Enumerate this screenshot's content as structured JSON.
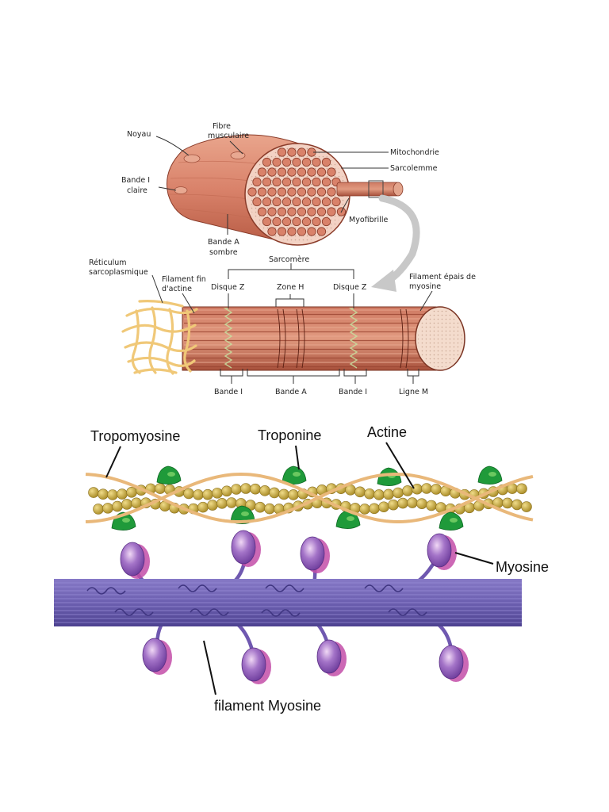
{
  "colors": {
    "muscle": "#d9826a",
    "muscle_dark": "#b85c45",
    "muscle_light": "#eeb39c",
    "reticulum": "#f0c878",
    "actin_bead": "#c9a93a",
    "tropomyosin": "#e9b87a",
    "troponin": "#1f9a3a",
    "myosin_filament": "#6c5fb0",
    "myosin_head": "#9a63c2",
    "arrow": "#c8c8c8"
  },
  "labels": {
    "noyau": "Noyau",
    "fibre_1": "Fibre",
    "fibre_2": "musculaire",
    "bande_i_claire_1": "Bande I",
    "bande_i_claire_2": "claire",
    "bande_a_sombre_1": "Bande A",
    "bande_a_sombre_2": "sombre",
    "mitochondrie": "Mitochondrie",
    "sarcolemme": "Sarcolemme",
    "myofibrille": "Myofibrille",
    "reticulum_1": "Réticulum",
    "reticulum_2": "sarcoplasmique",
    "filament_fin_1": "Filament fin",
    "filament_fin_2": "d'actine",
    "sarcomere": "Sarcomère",
    "disque_z_left": "Disque Z",
    "zone_h": "Zone H",
    "disque_z_right": "Disque Z",
    "filament_epais_1": "Filament épais de",
    "filament_epais_2": "myosine",
    "bande_i_left": "Bande I",
    "bande_a": "Bande A",
    "bande_i_right": "Bande I",
    "ligne_m": "Ligne M",
    "tropomyosine": "Tropomyosine",
    "troponine": "Troponine",
    "actine": "Actine",
    "myosine": "Myosine",
    "filament_myosine": "filament Myosine"
  }
}
